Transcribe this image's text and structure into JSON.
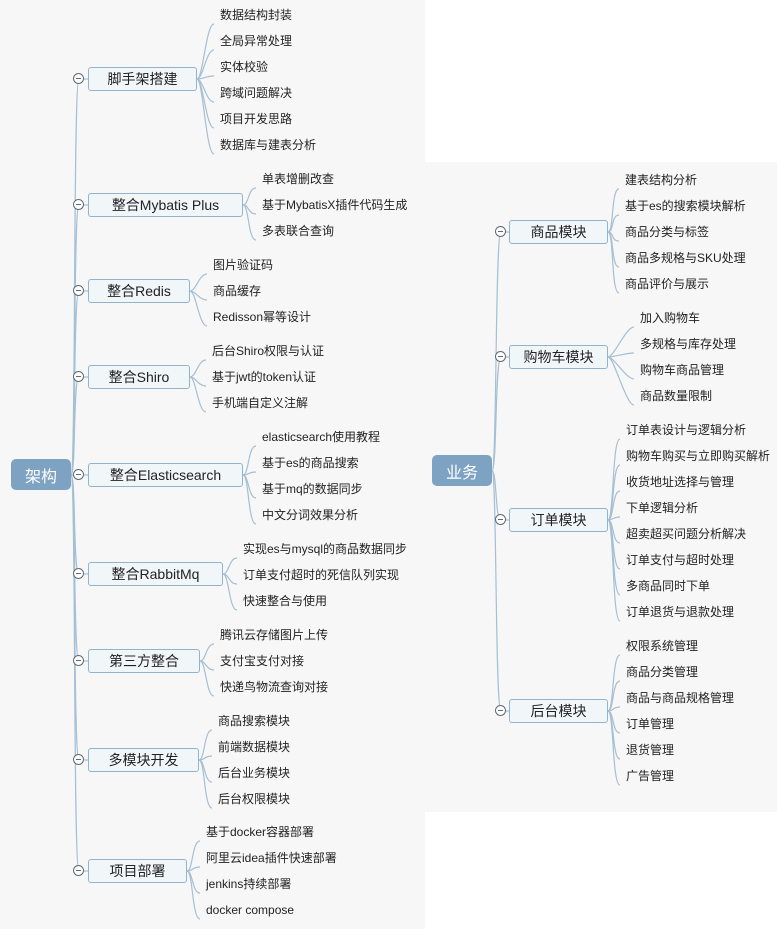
{
  "colors": {
    "edge": "#a5bfd3",
    "root_fill": "#7da2c2",
    "branch_fill": "#f1f6f9",
    "branch_border": "#92b3cc"
  },
  "left": {
    "root": "架构",
    "branches": [
      {
        "label": "脚手架搭建",
        "children": [
          "数据结构封装",
          "全局异常处理",
          "实体校验",
          "跨域问题解决",
          "项目开发思路",
          "数据库与建表分析"
        ]
      },
      {
        "label": "整合Mybatis Plus",
        "children": [
          "单表增删改查",
          "基于MybatisX插件代码生成",
          "多表联合查询"
        ]
      },
      {
        "label": "整合Redis",
        "children": [
          "图片验证码",
          "商品缓存",
          "Redisson幂等设计"
        ]
      },
      {
        "label": "整合Shiro",
        "children": [
          "后台Shiro权限与认证",
          "基于jwt的token认证",
          "手机端自定义注解"
        ]
      },
      {
        "label": "整合Elasticsearch",
        "children": [
          "elasticsearch使用教程",
          "基于es的商品搜索",
          "基于mq的数据同步",
          "中文分词效果分析"
        ]
      },
      {
        "label": "整合RabbitMq",
        "children": [
          "实现es与mysql的商品数据同步",
          "订单支付超时的死信队列实现",
          "快速整合与使用"
        ]
      },
      {
        "label": "第三方整合",
        "children": [
          "腾讯云存储图片上传",
          "支付宝支付对接",
          "快递鸟物流查询对接"
        ]
      },
      {
        "label": "多模块开发",
        "children": [
          "商品搜索模块",
          "前端数据模块",
          "后台业务模块",
          "后台权限模块"
        ]
      },
      {
        "label": "项目部署",
        "children": [
          "基于docker容器部署",
          "阿里云idea插件快速部署",
          "jenkins持续部署",
          "docker compose"
        ]
      }
    ]
  },
  "right": {
    "root": "业务",
    "branches": [
      {
        "label": "商品模块",
        "children": [
          "建表结构分析",
          "基于es的搜索模块解析",
          "商品分类与标签",
          "商品多规格与SKU处理",
          "商品评价与展示"
        ]
      },
      {
        "label": "购物车模块",
        "children": [
          "加入购物车",
          "多规格与库存处理",
          "购物车商品管理",
          "商品数量限制"
        ]
      },
      {
        "label": "订单模块",
        "children": [
          "订单表设计与逻辑分析",
          "购物车购买与立即购买解析",
          "收货地址选择与管理",
          "下单逻辑分析",
          "超卖超买问题分析解决",
          "订单支付与超时处理",
          "多商品同时下单",
          "订单退货与退款处理"
        ]
      },
      {
        "label": "后台模块",
        "children": [
          "权限系统管理",
          "商品分类管理",
          "商品与商品规格管理",
          "订单管理",
          "退货管理",
          "广告管理"
        ]
      }
    ]
  }
}
